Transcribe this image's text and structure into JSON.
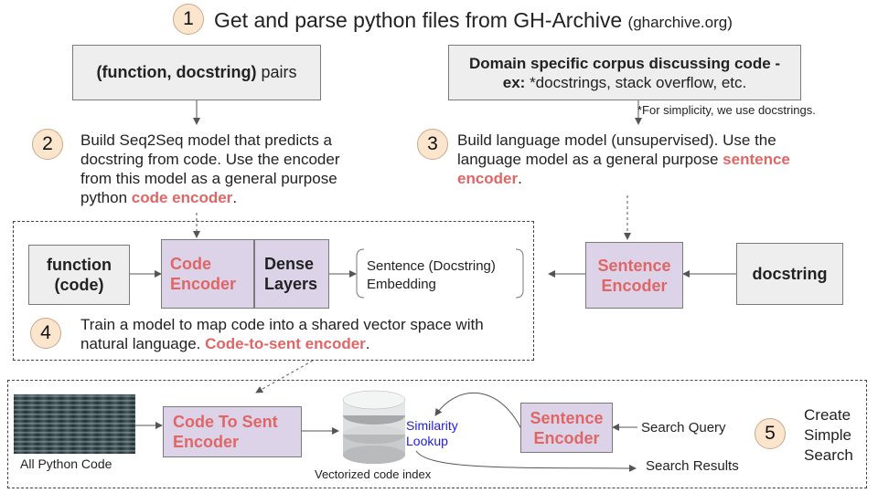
{
  "step1": {
    "num": "1",
    "title": "Get and parse python files from GH-Archive",
    "source": "(gharchive.org)"
  },
  "pairs_box": {
    "bold": "(function, docstring)",
    "rest": " pairs"
  },
  "corpus_box": {
    "line1": "Domain specific corpus discussing code -",
    "line2_bold": "ex:",
    "line2_rest": " *docstrings, stack overflow, etc."
  },
  "footnote": "*For simplicity, we use docstrings.",
  "step2": {
    "num": "2",
    "text": "Build Seq2Seq model that predicts a docstring from code. Use the encoder from this model as a general purpose python ",
    "highlight": "code encoder",
    "tail": "."
  },
  "step3": {
    "num": "3",
    "text": "Build language model (unsupervised).  Use the language model as a general purpose ",
    "highlight": "sentence encoder",
    "tail": "."
  },
  "step4": {
    "num": "4",
    "text": "Train a model to map code into a shared vector space with natural language.  ",
    "highlight": "Code-to-sent encoder",
    "tail": "."
  },
  "step5": {
    "num": "5",
    "label": "Create Simple Search"
  },
  "function_box": "function (code)",
  "code_encoder_box": "Code Encoder",
  "dense_layers_box": "Dense Layers",
  "embedding_bracket": "Sentence (Docstring) Embedding",
  "sentence_encoder_top": "Sentence Encoder",
  "docstring_box": "docstring",
  "all_python_code": "All Python Code",
  "code_to_sent_box": "Code To Sent Encoder",
  "vectorized_index": "Vectorized code index",
  "similarity_lookup": "Similarity Lookup",
  "sentence_encoder_bottom": "Sentence Encoder",
  "search_query": "Search Query",
  "search_results": "Search Results",
  "colors": {
    "highlight": "#e06666",
    "purple_box": "#dcd3e8",
    "gray_box": "#eeeeee",
    "circle": "#fce5cd",
    "lookup": "#1f1fd6"
  }
}
